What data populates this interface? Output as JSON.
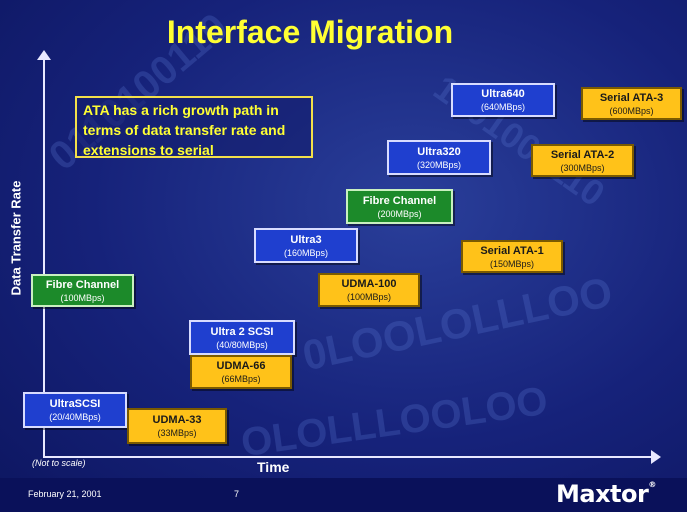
{
  "title": "Interface Migration",
  "callout": "ATA has a rich growth path in terms of data transfer rate and extensions to serial",
  "axes": {
    "y_label": "Data Transfer Rate",
    "x_label": "Time",
    "note": "(Not to scale)"
  },
  "boxes": [
    {
      "name": "UltraSCSI",
      "speed": "(20/40MBps)",
      "color": "blue"
    },
    {
      "name": "UDMA-33",
      "speed": "(33MBps)",
      "color": "yellow"
    },
    {
      "name": "Fibre Channel",
      "speed": "(100MBps)",
      "color": "green"
    },
    {
      "name": "Ultra 2 SCSI",
      "speed": "(40/80MBps)",
      "color": "blue"
    },
    {
      "name": "UDMA-66",
      "speed": "(66MBps)",
      "color": "yellow"
    },
    {
      "name": "Ultra3",
      "speed": "(160MBps)",
      "color": "blue"
    },
    {
      "name": "UDMA-100",
      "speed": "(100MBps)",
      "color": "yellow"
    },
    {
      "name": "Fibre Channel",
      "speed": "(200MBps)",
      "color": "green"
    },
    {
      "name": "Ultra320",
      "speed": "(320MBps)",
      "color": "blue"
    },
    {
      "name": "Ultra640",
      "speed": "(640MBps)",
      "color": "blue"
    },
    {
      "name": "Serial ATA-1",
      "speed": "(150MBps)",
      "color": "yellow"
    },
    {
      "name": "Serial ATA-2",
      "speed": "(300MBps)",
      "color": "yellow"
    },
    {
      "name": "Serial ATA-3",
      "speed": "(600MBps)",
      "color": "yellow"
    }
  ],
  "footer": {
    "date": "February 21, 2001",
    "page": "7",
    "logo": "Maxtor"
  },
  "colors": {
    "title": "#ffff33",
    "background": "#16227a",
    "blue_box": "#1f3fcf",
    "green_box": "#1c8a2a",
    "yellow_box": "#ffc219"
  }
}
